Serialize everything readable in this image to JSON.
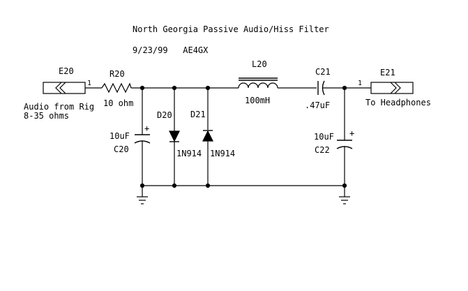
{
  "title": "North Georgia Passive Audio/Hiss Filter",
  "date_line": "9/23/99   AE4GX",
  "components": {
    "e20": {
      "ref": "E20",
      "pin": "1",
      "desc_line1": "Audio from Rig",
      "desc_line2": "8-35 ohms"
    },
    "r20": {
      "ref": "R20",
      "value": "10 ohm"
    },
    "c20": {
      "ref": "C20",
      "value": "10uF",
      "polarity": "+"
    },
    "d20": {
      "ref": "D20",
      "value": "1N914"
    },
    "d21": {
      "ref": "D21",
      "value": "1N914"
    },
    "l20": {
      "ref": "L20",
      "value": "100mH"
    },
    "c21": {
      "ref": "C21",
      "value": ".47uF"
    },
    "c22": {
      "ref": "C22",
      "value": "10uF",
      "polarity": "+"
    },
    "e21": {
      "ref": "E21",
      "pin": "1",
      "desc": "To Headphones"
    }
  },
  "colors": {
    "ink": "#000000",
    "background": "#ffffff"
  }
}
